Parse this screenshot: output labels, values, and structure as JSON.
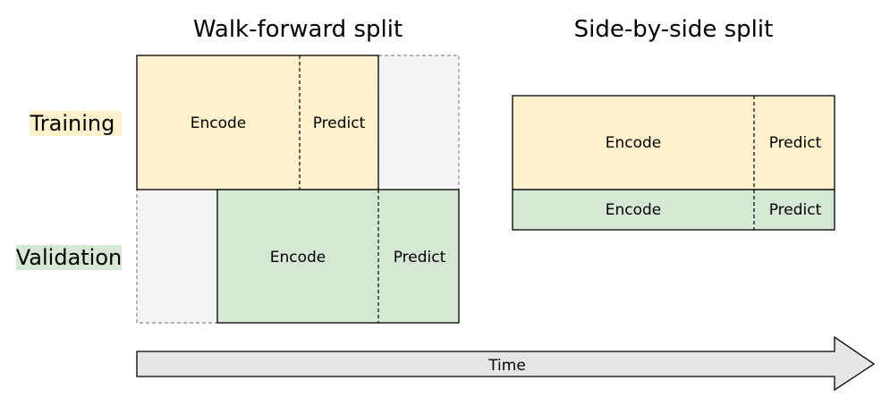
{
  "walk_forward": {
    "title": "Walk-forward split",
    "row_labels": {
      "training": "Training",
      "validation": "Validation"
    },
    "training": {
      "encode": "Encode",
      "predict": "Predict"
    },
    "validation": {
      "encode": "Encode",
      "predict": "Predict"
    }
  },
  "side_by_side": {
    "title": "Side-by-side split",
    "training": {
      "encode": "Encode",
      "predict": "Predict"
    },
    "validation": {
      "encode": "Encode",
      "predict": "Predict"
    }
  },
  "time_axis": {
    "label": "Time"
  },
  "colors": {
    "training": "#fff2cc",
    "validation": "#d5e8d4",
    "padding": "#f5f5f5",
    "arrow": "#e6e6e6"
  }
}
